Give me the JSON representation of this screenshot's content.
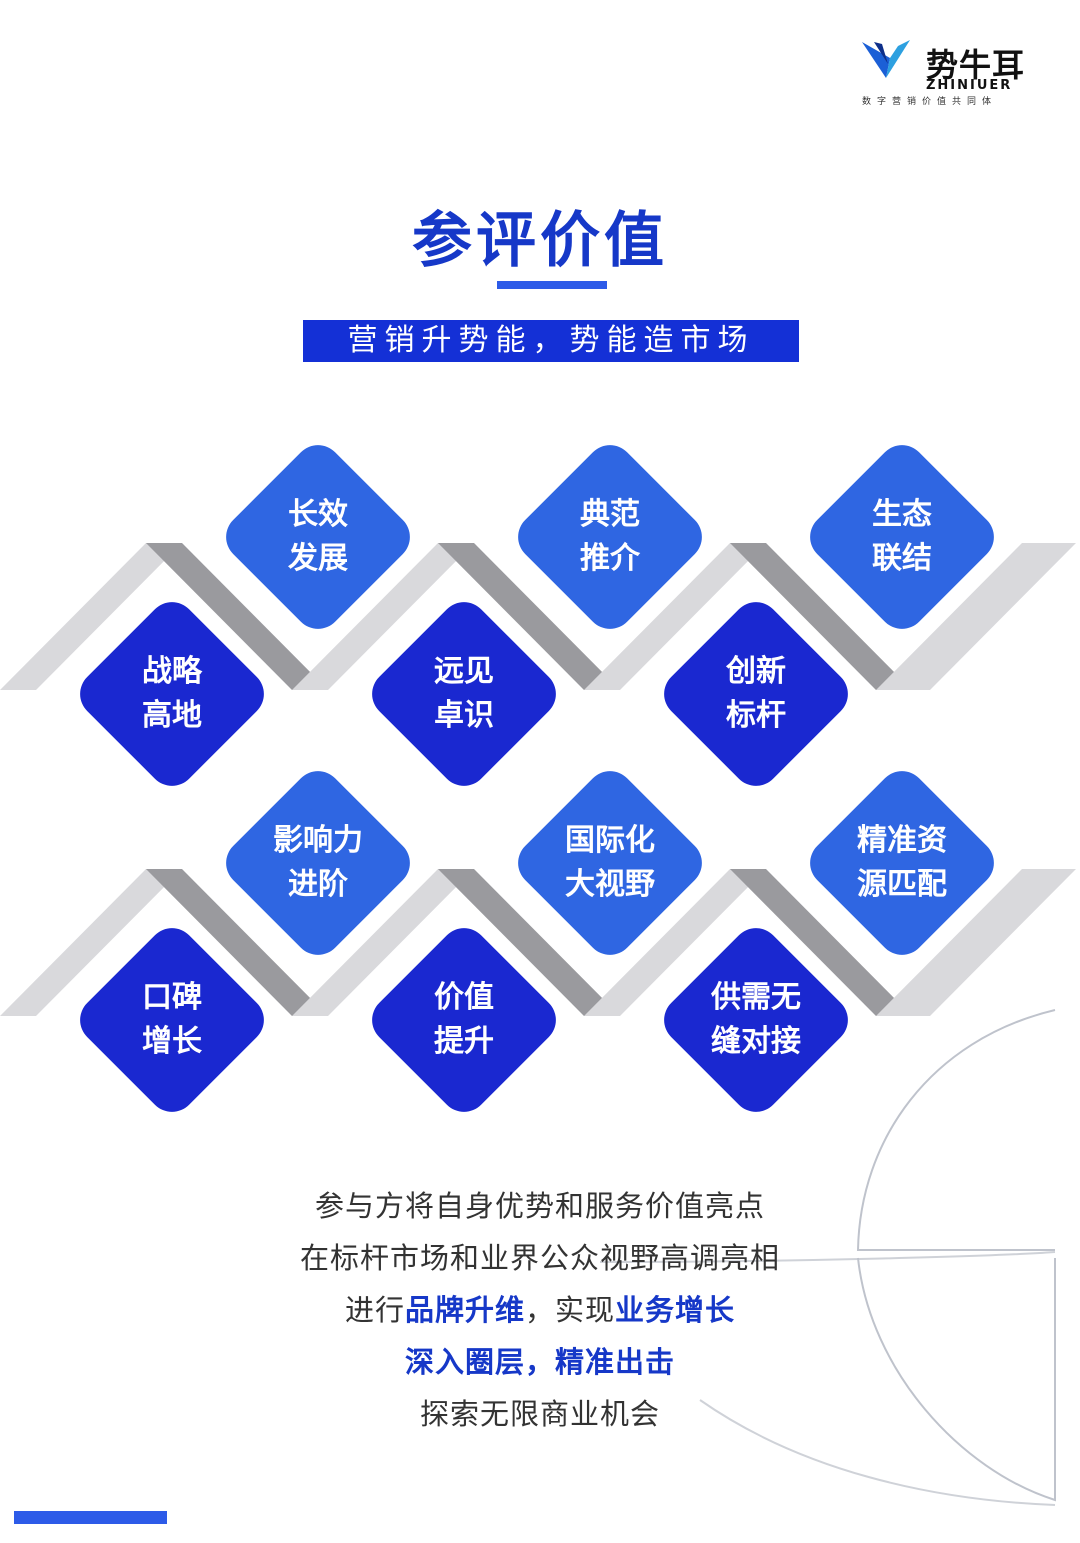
{
  "logo": {
    "brand": "势牛耳",
    "latin": "ZHINIUER",
    "tagline": "数字营销价值共同体"
  },
  "title": "参评价值",
  "slogan": "营销升势能，势能造市场",
  "diamonds": [
    {
      "line1": "长效",
      "line2": "发展"
    },
    {
      "line1": "典范",
      "line2": "推介"
    },
    {
      "line1": "生态",
      "line2": "联结"
    },
    {
      "line1": "战略",
      "line2": "高地"
    },
    {
      "line1": "远见",
      "line2": "卓识"
    },
    {
      "line1": "创新",
      "line2": "标杆"
    },
    {
      "line1": "影响力",
      "line2": "进阶"
    },
    {
      "line1": "国际化",
      "line2": "大视野"
    },
    {
      "line1": "精准资",
      "line2": "源匹配"
    },
    {
      "line1": "口碑",
      "line2": "增长"
    },
    {
      "line1": "价值",
      "line2": "提升"
    },
    {
      "line1": "供需无",
      "line2": "缝对接"
    }
  ],
  "body": {
    "line1": "参与方将自身优势和服务价值亮点",
    "line2": "在标杆市场和业界公众视野高调亮相",
    "line3_a": "进行",
    "line3_b": "品牌升维",
    "line3_c": "，实现",
    "line3_d": "业务增长",
    "line4": "深入圈层，精准出击",
    "line5": "探索无限商业机会"
  },
  "colors": {
    "accent": "#1638c8",
    "light_diamond": "#2f66e2",
    "dark_diamond": "#1a28d0",
    "band": "#d9d9dc",
    "band_shadow": "#9a9a9e"
  }
}
